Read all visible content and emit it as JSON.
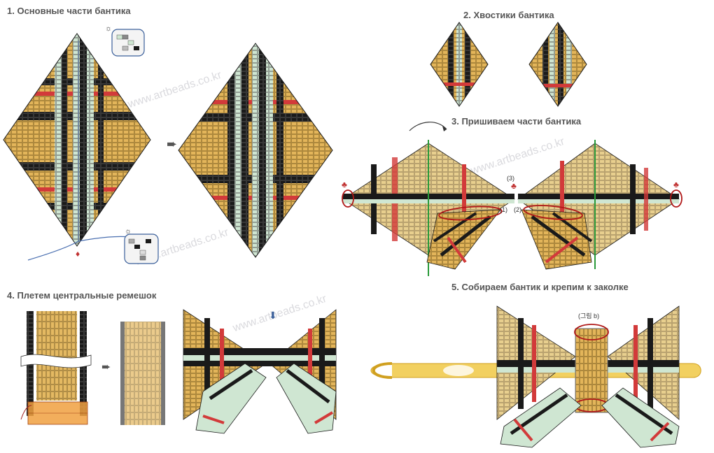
{
  "steps": {
    "s1": "1. Основные части бантика",
    "s2": "2. Хвостики бантика",
    "s3": "3. Пришиваем части бантика",
    "s4": "4. Плетем центральные ремешок",
    "s5": "5. Собираем бантик и крепим к заколке"
  },
  "watermark": "www.artbeads.co.kr",
  "markers": {
    "m3": "(3)",
    "m1": "(1)",
    "m2": "(2)",
    "korean": "(그림 b)"
  },
  "colors": {
    "gold": "#e3b55a",
    "black": "#1a1a1a",
    "mint": "#cfe6d2",
    "red": "#d23a3a",
    "grayblue": "#8aa0b8"
  }
}
